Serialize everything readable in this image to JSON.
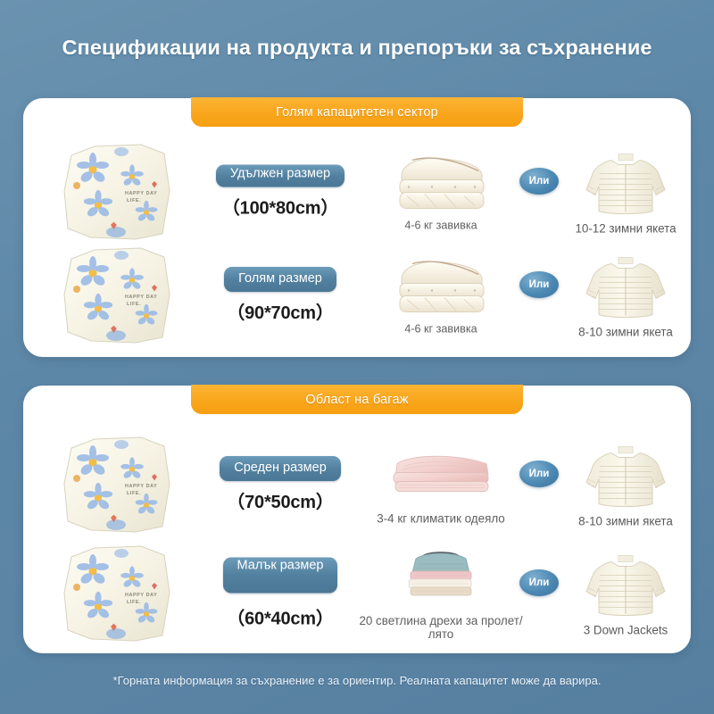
{
  "page": {
    "title": "Спецификации на продукта и препоръки за съхранение",
    "footer_note": "*Горната информация за съхранение е за ориентир. Реалната капацитет може да варира.",
    "background_color": "#5d87a7",
    "accent_color": "#f9a61c",
    "pill_color": "#52809f"
  },
  "bag": {
    "brand_line_1": "HAPPY DAY",
    "brand_line_2": "LIFE."
  },
  "sections": [
    {
      "banner": "Голям капацитетен сектор",
      "rows": [
        {
          "size_label": "Удължен размер",
          "dimensions": "（100*80cm）",
          "item_icon": "duvet-icon",
          "item_caption": "4-6 кг завивка",
          "or_label": "Или",
          "jacket_icon": "down-jacket-icon",
          "jacket_caption": "10-12 зимни якета"
        },
        {
          "size_label": "Голям размер",
          "dimensions": "（90*70cm）",
          "item_icon": "duvet-icon",
          "item_caption": "4-6 кг завивка",
          "or_label": "Или",
          "jacket_icon": "down-jacket-icon",
          "jacket_caption": "8-10 зимни якета"
        }
      ]
    },
    {
      "banner": "Област на багаж",
      "rows": [
        {
          "size_label": "Среден размер",
          "dimensions": "（70*50cm）",
          "item_icon": "pink-blanket-icon",
          "item_caption": "3-4 кг климатик одеяло",
          "or_label": "Или",
          "jacket_icon": "down-jacket-icon",
          "jacket_caption": "8-10 зимни якета"
        },
        {
          "size_label": "Малък размер",
          "dimensions": "（60*40cm）",
          "item_icon": "folded-clothes-icon",
          "item_caption": "20 светлина дрехи за пролет/лято",
          "or_label": "Или",
          "jacket_icon": "down-jacket-icon",
          "jacket_caption": "3 Down Jackets"
        }
      ]
    }
  ]
}
